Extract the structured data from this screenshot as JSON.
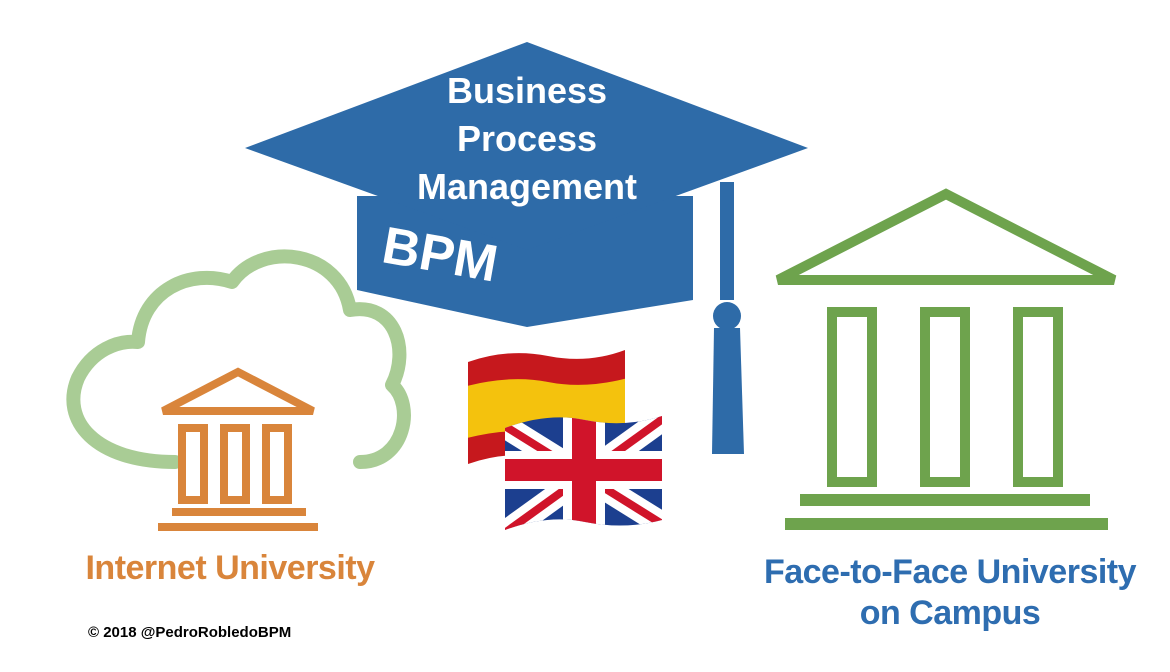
{
  "colors": {
    "cap_blue": "#2e6ba8",
    "cloud_green": "#a9cc95",
    "internet_orange": "#d9853b",
    "campus_green": "#6ea34d",
    "campus_blue": "#2e6db0",
    "spain_red": "#c6181d",
    "spain_yellow": "#f4c20d",
    "uk_blue": "#1c3f8f",
    "uk_red": "#d0142a"
  },
  "cap": {
    "title_lines": [
      "Business",
      "Process",
      "Management"
    ],
    "band_text": "BPM"
  },
  "icons": {
    "cap": "graduation-cap-icon",
    "cloud": "cloud-icon",
    "small_building": "university-building-icon",
    "large_building": "university-building-icon",
    "spain_flag": "spain-flag-icon",
    "uk_flag": "uk-flag-icon"
  },
  "labels": {
    "internet_university": "Internet University",
    "campus_line1": "Face-to-Face University",
    "campus_line2": "on Campus",
    "copyright": "© 2018 @PedroRobledoBPM"
  }
}
